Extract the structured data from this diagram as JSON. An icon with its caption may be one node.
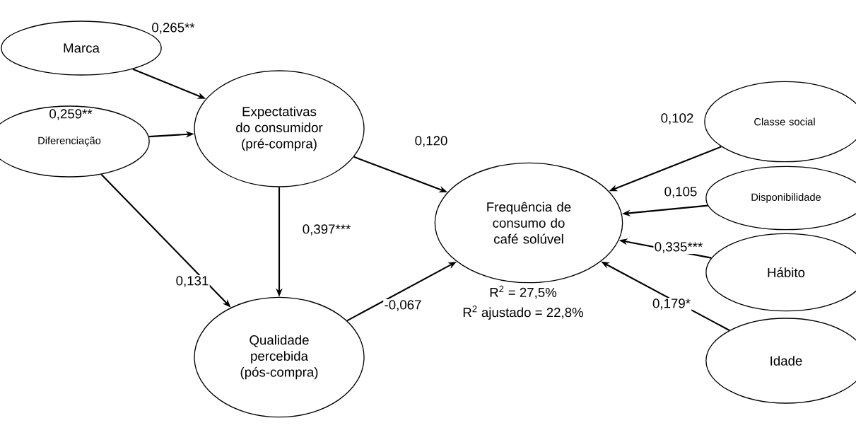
{
  "diagram": {
    "nodes": [
      {
        "text": [
          "Marca"
        ]
      },
      {
        "text": [
          "Expectativas do consumidor (pré-compra)"
        ]
      },
      {
        "text": [
          "Diferenciação"
        ]
      },
      {
        "text": [
          "Qualidade percebida (pós-compra)"
        ]
      },
      {
        "text": [
          "Frequência de consumo do café solúvel"
        ],
        "beside": [
          "R$^{2}$ = 27,5%",
          "R$^{2}$ ajustado = 22,8%"
        ]
      },
      {
        "text": [
          "Classe  social"
        ]
      },
      {
        "text": [
          "Disponibilidade"
        ]
      },
      {
        "text": [
          "Hábito"
        ]
      },
      {
        "text": [
          "Idade"
        ]
      }
    ],
    "edges": [
      {
        "from": 0,
        "to": 1,
        "arrow": "to",
        "label": "0,265**"
      },
      {
        "from": 2,
        "to": 1,
        "arrow": "to",
        "label": "0,259**"
      },
      {
        "from": 2,
        "to": 3,
        "arrow": "to",
        "label": "0,131"
      },
      {
        "from": 1,
        "to": 3,
        "arrow": "to",
        "label": "0,397***"
      },
      {
        "from": 1,
        "to": 4,
        "arrow": "to",
        "label": "0,120"
      },
      {
        "from": 3,
        "to": 4,
        "arrow": "to",
        "label": "-0,067"
      },
      {
        "from": 5,
        "to": 4,
        "arrow": "to",
        "label": "0,102"
      },
      {
        "from": 6,
        "to": 4,
        "arrow": "to",
        "label": "0,105"
      },
      {
        "from": 7,
        "to": 4,
        "arrow": "to",
        "label": "0,335***"
      },
      {
        "from": 8,
        "to": 4,
        "arrow": "to",
        "label": "0,179*"
      }
    ]
  }
}
